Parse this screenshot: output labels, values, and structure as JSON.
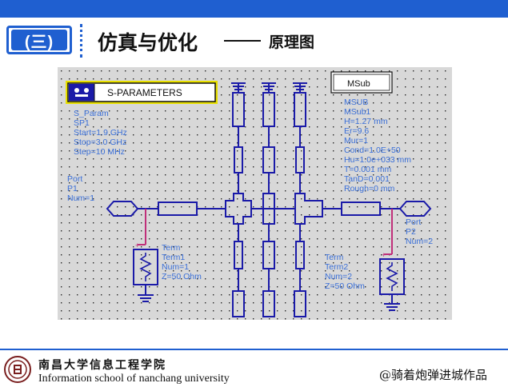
{
  "header": {
    "section_badge": "(三)",
    "title": "仿真与优化",
    "subtitle": "原理图"
  },
  "schematic": {
    "sparam_box_label": "S-PARAMETERS",
    "msub_box_label": "MSub",
    "sparam": {
      "type": "S_Param",
      "name": "SP1",
      "start": "Start=1.9 GHz",
      "stop": "Stop=3.0 GHz",
      "step": "Step=10 MHz"
    },
    "msub": {
      "type": "MSUB",
      "name": "MSub1",
      "h": "H=1.27 mm",
      "er": "Er=9.6",
      "mur": "Mur=1",
      "cond": "Cond=1.0E+50",
      "hu": "Hu=1.0e+033 mm",
      "t": "T=0.001 mm",
      "tand": "TanD=0.001",
      "rough": "Rough=0 mm"
    },
    "port1": {
      "type": "Port",
      "name": "P1",
      "num": "Num=1"
    },
    "port2": {
      "type": "Port",
      "name": "P2",
      "num": "Num=2"
    },
    "term1": {
      "type": "Term",
      "name": "Term1",
      "num": "Num=1",
      "z": "Z=50 Ohm"
    },
    "term2": {
      "type": "Term",
      "name": "Term2",
      "num": "Num=2",
      "z": "Z=50 Ohm"
    },
    "colors": {
      "background": "#d8d8d8",
      "component": "#1a1aa8",
      "label": "#3a6fd8",
      "wire": "#c0307a",
      "highlight": "#e8e000"
    }
  },
  "footer": {
    "school_cn": "南昌大学信息工程学院",
    "school_en": "Information school of  nanchang university",
    "author": "@骑着炮弹进城作品"
  }
}
